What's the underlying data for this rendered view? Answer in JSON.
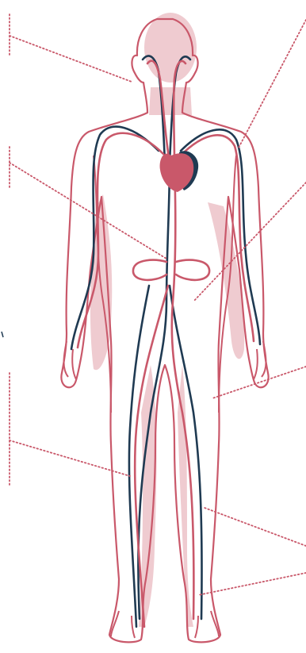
{
  "figure": {
    "subject": "human-circulatory-system",
    "colors": {
      "background": "#ffffff",
      "body_outline": "#c9586a",
      "body_shade": "#efcbd0",
      "artery": "#c9586a",
      "vein": "#1f3a52",
      "heart": "#c9586a",
      "heart_back": "#1f3a52",
      "leader_line": "#c9586a"
    },
    "leader_lines": [
      {
        "id": "leader-head",
        "side": "left"
      },
      {
        "id": "leader-heart",
        "side": "right"
      },
      {
        "id": "leader-kidneys",
        "side": "left"
      },
      {
        "id": "leader-abdominal-vessel",
        "side": "right"
      },
      {
        "id": "leader-lower-leg-left",
        "side": "left"
      },
      {
        "id": "leader-thigh",
        "side": "right"
      },
      {
        "id": "leader-knee",
        "side": "right"
      },
      {
        "id": "leader-ankle",
        "side": "right"
      }
    ]
  }
}
